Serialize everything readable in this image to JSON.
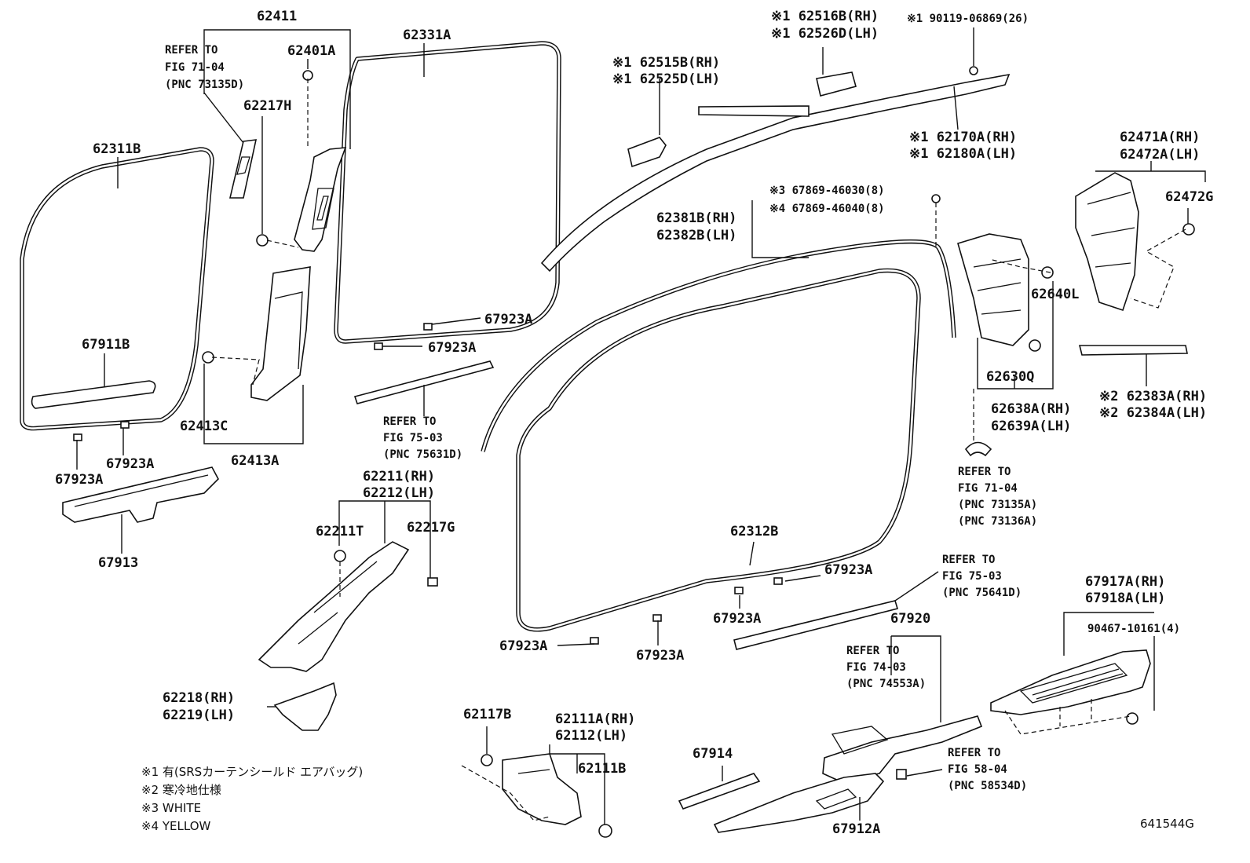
{
  "labels": {
    "l62411": "62411",
    "l62401A": "62401A",
    "l62217H": "62217H",
    "l62331A": "62331A",
    "l62311B": "62311B",
    "l67911B": "67911B",
    "l62413C": "62413C",
    "l62413A": "62413A",
    "l67923A_1": "67923A",
    "l67923A_2": "67923A",
    "l67923A_3": "67923A",
    "l67923A_4": "67923A",
    "l67923A_5": "67923A",
    "l67923A_6": "67923A",
    "l67923A_7": "67923A",
    "l67923A_8": "67923A",
    "l67913": "67913",
    "l62211": "62211(RH)",
    "l62212": "62212(LH)",
    "l62211T": "62211T",
    "l62217G": "62217G",
    "l62218": "62218(RH)",
    "l62219": "62219(LH)",
    "l62117B": "62117B",
    "l62111A": "62111A(RH)",
    "l62112": "62112(LH)",
    "l62111B": "62111B",
    "l62515B": "※1 62515B(RH)",
    "l62525D": "※1 62525D(LH)",
    "l62516B": "※1 62516B(RH)",
    "l62526D": "※1 62526D(LH)",
    "l90119": "※1 90119-06869(26)",
    "l62170A": "※1 62170A(RH)",
    "l62180A": "※1 62180A(LH)",
    "l67869a": "※3 67869-46030(8)",
    "l67869b": "※4 67869-46040(8)",
    "l62381B": "62381B(RH)",
    "l62382B": "62382B(LH)",
    "l62471A": "62471A(RH)",
    "l62472A": "62472A(LH)",
    "l62472G": "62472G",
    "l62640L": "62640L",
    "l62630Q": "62630Q",
    "l62638A": "62638A(RH)",
    "l62639A": "62639A(LH)",
    "l62383A": "※2 62383A(RH)",
    "l62384A": "※2 62384A(LH)",
    "l62312B": "62312B",
    "l67920": "67920",
    "l67917A": "67917A(RH)",
    "l67918A": "67918A(LH)",
    "l90467": "90467-10161(4)",
    "l67914": "67914",
    "l67912A": "67912A"
  },
  "refs": {
    "r7104a": [
      "REFER TO",
      "FIG 71-04",
      "(PNC 73135D)"
    ],
    "r7503a": [
      "REFER TO",
      "FIG 75-03",
      "(PNC 75631D)"
    ],
    "r7104b": [
      "REFER TO",
      "FIG 71-04",
      "(PNC 73135A)",
      "(PNC 73136A)"
    ],
    "r7503b": [
      "REFER TO",
      "FIG 75-03",
      "(PNC 75641D)"
    ],
    "r7403": [
      "REFER TO",
      "FIG 74-03",
      "(PNC 74553A)"
    ],
    "r5804": [
      "REFER TO",
      "FIG 58-04",
      "(PNC 58534D)"
    ]
  },
  "notes": [
    "※1  有(SRSカーテンシールド エアバッグ)",
    "※2  寒冷地仕様",
    "※3  WHITE",
    "※4  YELLOW"
  ],
  "figure_code": "641544G"
}
